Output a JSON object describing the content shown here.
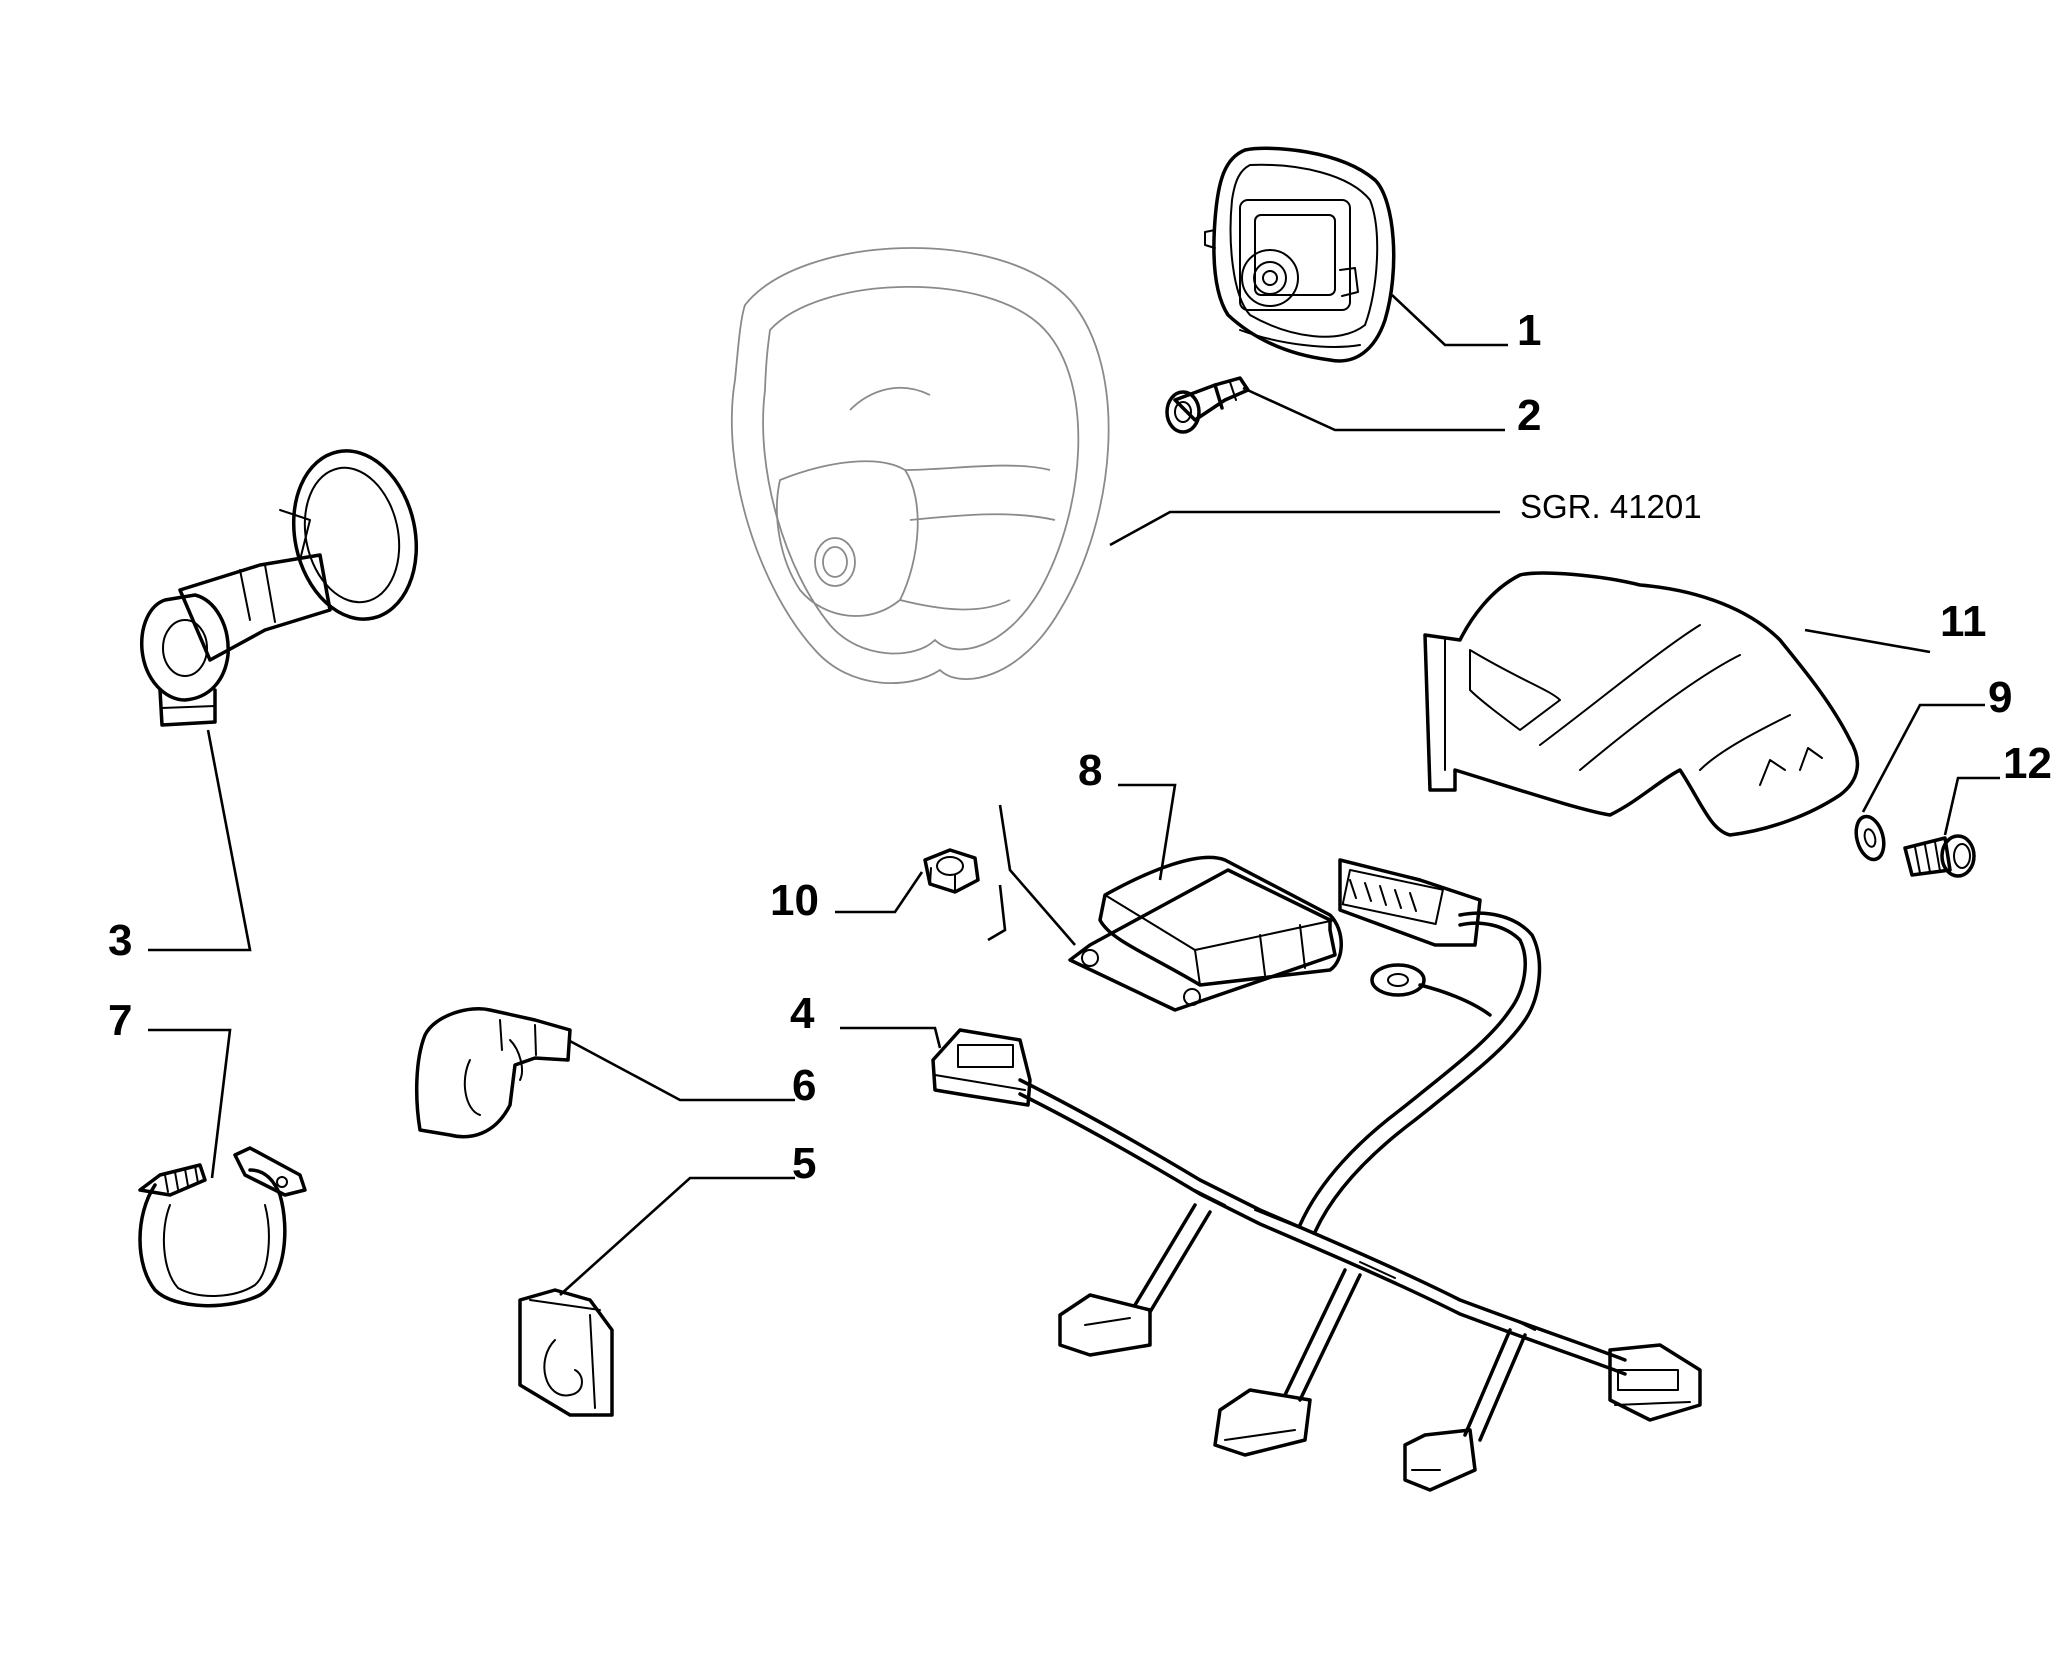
{
  "callouts": {
    "c1": "1",
    "c2": "2",
    "c3": "3",
    "c4": "4",
    "c5": "5",
    "c6": "6",
    "c7": "7",
    "c8": "8",
    "c9": "9",
    "c10": "10",
    "c11": "11",
    "c12": "12"
  },
  "reference": "SGR. 41201",
  "colors": {
    "line": "#000000",
    "phantom": "#8a8a8a",
    "background": "#ffffff"
  }
}
